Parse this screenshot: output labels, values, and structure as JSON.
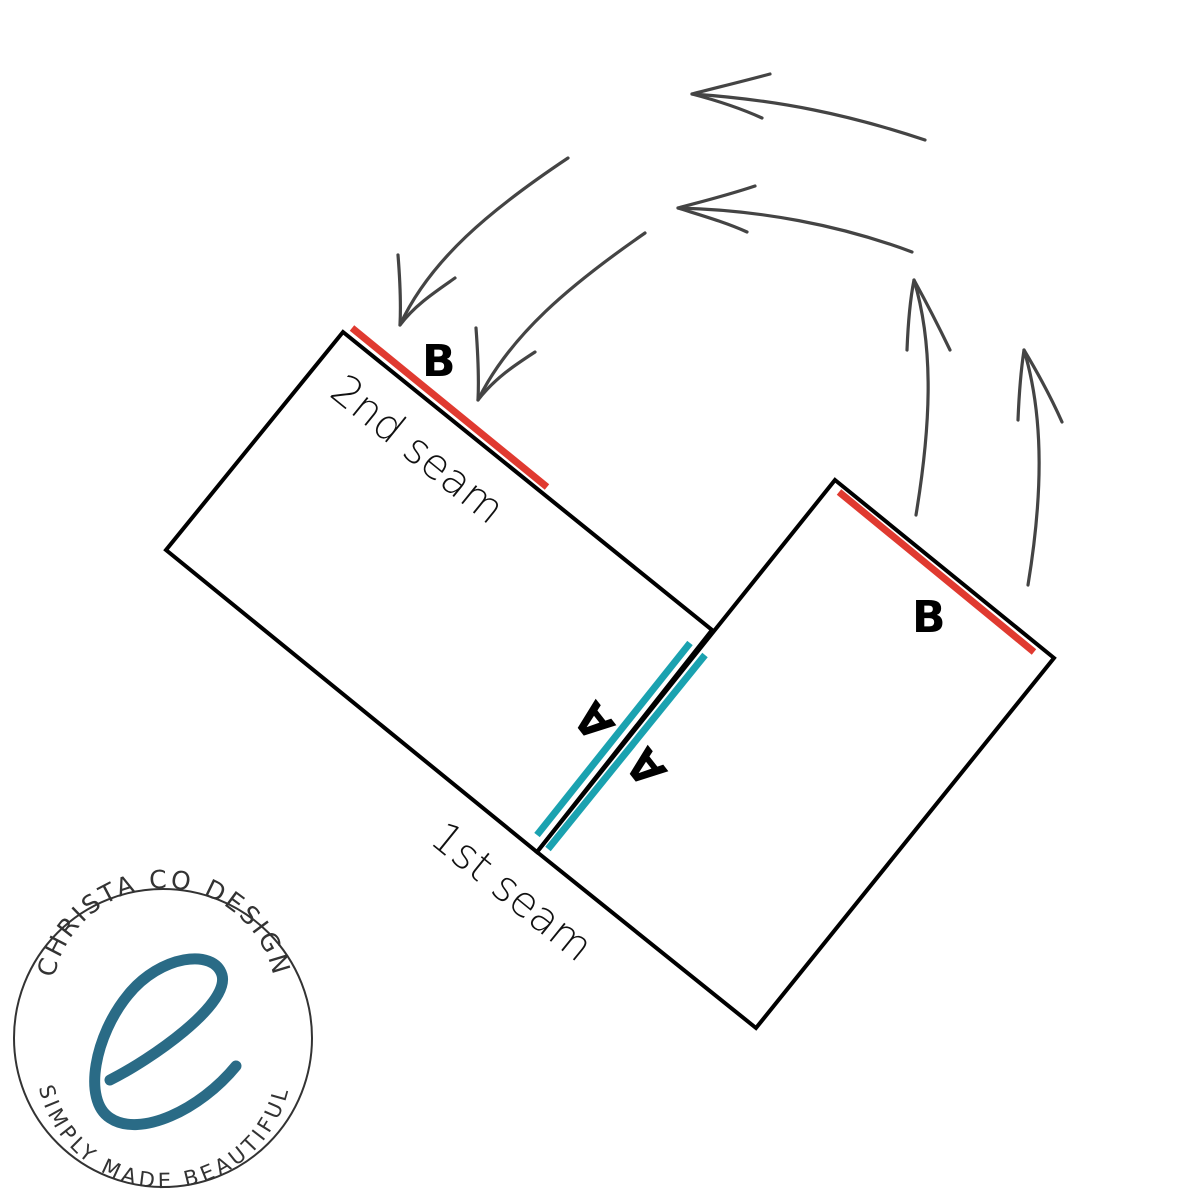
{
  "diagram": {
    "label_b_left": "B",
    "label_b_right": "B",
    "label_a_left": "A",
    "label_a_right": "A",
    "seam_2nd": "2nd seam",
    "seam_1st": "1st seam"
  },
  "logo": {
    "top_text": "CHRISTA CO DESIGN",
    "bottom_text": "SIMPLY MADE BEAUTIFUL",
    "monogram": "e"
  },
  "colors": {
    "seam_b": "#e03a30",
    "seam_a": "#1aa2b0",
    "outline": "#000000",
    "arrow": "#444444",
    "logo_accent": "#2a6b86"
  }
}
